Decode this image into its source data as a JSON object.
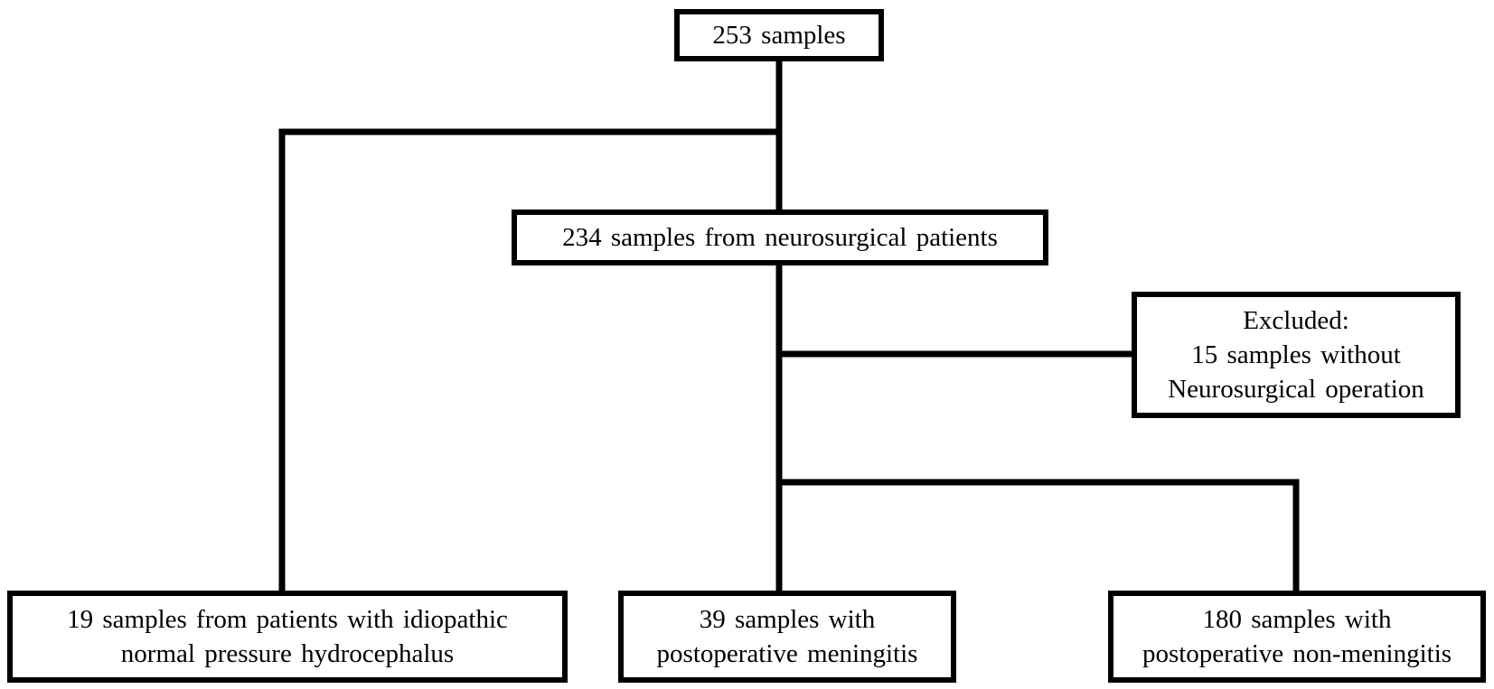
{
  "nodes": {
    "top": {
      "lines": [
        "253 samples"
      ]
    },
    "neuro": {
      "lines": [
        "234 samples  from neurosurgical  patients"
      ]
    },
    "excluded": {
      "lines": [
        "Excluded:",
        "15 samples  without",
        "Neurosurgical  operation"
      ]
    },
    "inph": {
      "lines": [
        "19 samples  from patients  with  idiopathic",
        "normal pressure  hydrocephalus"
      ]
    },
    "meningitis": {
      "lines": [
        "39 samples  with",
        "postoperative  meningitis"
      ]
    },
    "non_meningitis": {
      "lines": [
        "180 samples  with",
        "postoperative  non-meningitis"
      ]
    }
  },
  "colors": {
    "stroke": "#000000",
    "background": "#ffffff"
  }
}
